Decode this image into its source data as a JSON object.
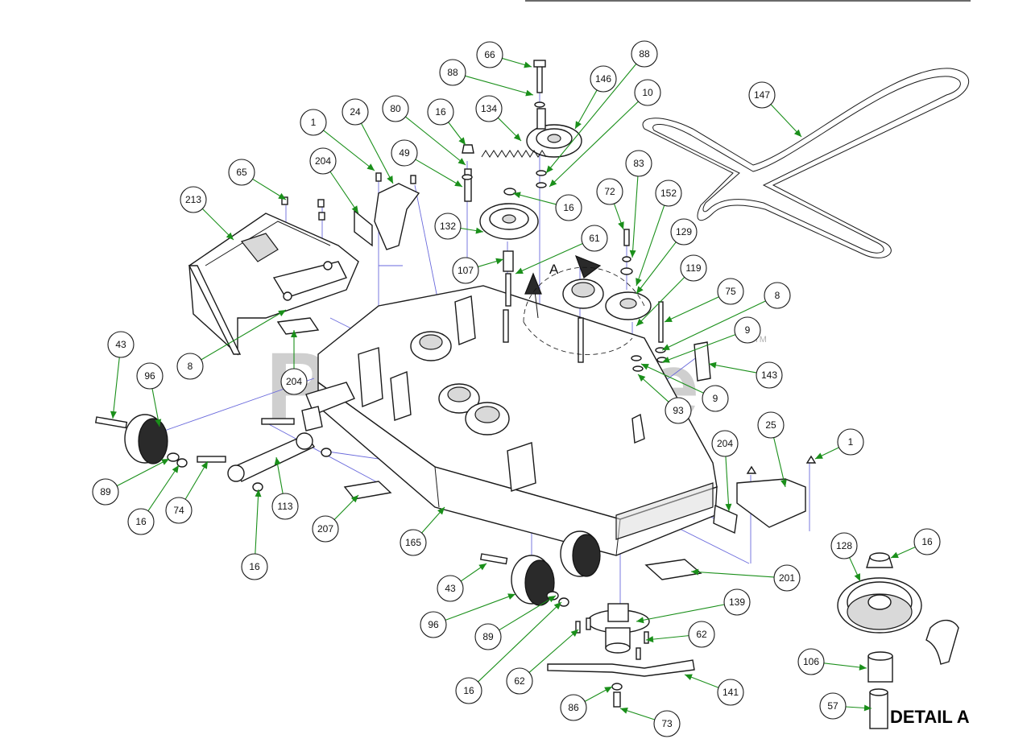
{
  "diagram": {
    "watermark": "PartsTree",
    "watermark_tm": "TM",
    "view_letter": "A",
    "detail_label": "DETAIL A",
    "arrow_color": "#1a8f1a",
    "callouts": [
      {
        "id": "c-66",
        "label": "66"
      },
      {
        "id": "c-88a",
        "label": "88"
      },
      {
        "id": "c-88b",
        "label": "88"
      },
      {
        "id": "c-146",
        "label": "146"
      },
      {
        "id": "c-10",
        "label": "10"
      },
      {
        "id": "c-147",
        "label": "147"
      },
      {
        "id": "c-134",
        "label": "134"
      },
      {
        "id": "c-16a",
        "label": "16"
      },
      {
        "id": "c-80",
        "label": "80"
      },
      {
        "id": "c-24",
        "label": "24"
      },
      {
        "id": "c-1a",
        "label": "1"
      },
      {
        "id": "c-49",
        "label": "49"
      },
      {
        "id": "c-204a",
        "label": "204"
      },
      {
        "id": "c-65",
        "label": "65"
      },
      {
        "id": "c-213",
        "label": "213"
      },
      {
        "id": "c-16b",
        "label": "16"
      },
      {
        "id": "c-132",
        "label": "132"
      },
      {
        "id": "c-72",
        "label": "72"
      },
      {
        "id": "c-83",
        "label": "83"
      },
      {
        "id": "c-152",
        "label": "152"
      },
      {
        "id": "c-61",
        "label": "61"
      },
      {
        "id": "c-129",
        "label": "129"
      },
      {
        "id": "c-107",
        "label": "107"
      },
      {
        "id": "c-119",
        "label": "119"
      },
      {
        "id": "c-75",
        "label": "75"
      },
      {
        "id": "c-8a",
        "label": "8"
      },
      {
        "id": "c-9a",
        "label": "9"
      },
      {
        "id": "c-143",
        "label": "143"
      },
      {
        "id": "c-9b",
        "label": "9"
      },
      {
        "id": "c-93",
        "label": "93"
      },
      {
        "id": "c-43a",
        "label": "43"
      },
      {
        "id": "c-96a",
        "label": "96"
      },
      {
        "id": "c-8b",
        "label": "8"
      },
      {
        "id": "c-204b",
        "label": "204"
      },
      {
        "id": "c-25",
        "label": "25"
      },
      {
        "id": "c-1b",
        "label": "1"
      },
      {
        "id": "c-204c",
        "label": "204"
      },
      {
        "id": "c-89a",
        "label": "89"
      },
      {
        "id": "c-16c",
        "label": "16"
      },
      {
        "id": "c-74",
        "label": "74"
      },
      {
        "id": "c-113",
        "label": "113"
      },
      {
        "id": "c-16d",
        "label": "16"
      },
      {
        "id": "c-207",
        "label": "207"
      },
      {
        "id": "c-165",
        "label": "165"
      },
      {
        "id": "c-128",
        "label": "128"
      },
      {
        "id": "c-16e",
        "label": "16"
      },
      {
        "id": "c-201",
        "label": "201"
      },
      {
        "id": "c-43b",
        "label": "43"
      },
      {
        "id": "c-139",
        "label": "139"
      },
      {
        "id": "c-96b",
        "label": "96"
      },
      {
        "id": "c-89b",
        "label": "89"
      },
      {
        "id": "c-62a",
        "label": "62"
      },
      {
        "id": "c-106",
        "label": "106"
      },
      {
        "id": "c-62b",
        "label": "62"
      },
      {
        "id": "c-141",
        "label": "141"
      },
      {
        "id": "c-16f",
        "label": "16"
      },
      {
        "id": "c-86",
        "label": "86"
      },
      {
        "id": "c-57",
        "label": "57"
      },
      {
        "id": "c-73",
        "label": "73"
      }
    ]
  }
}
